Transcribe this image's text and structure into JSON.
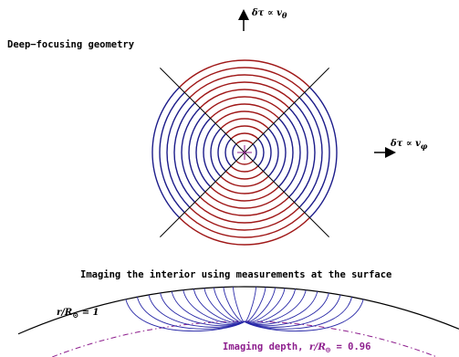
{
  "titles": {
    "deep_focusing": "Deep−focusing geometry",
    "imaging_interior": "Imaging the interior using measurements at the surface"
  },
  "axes": {
    "theta_label": "δτ ∝ v",
    "theta_subscript": "θ",
    "phi_label": "δτ ∝ v",
    "phi_subscript": "φ"
  },
  "surface": {
    "label": "r/R",
    "sun_symbol": "⊙",
    "value": " = 1"
  },
  "depth": {
    "label_prefix": "Imaging depth, ",
    "label_math": "r/R",
    "sun_symbol": "⊙",
    "value": "  = 0.96"
  },
  "colors": {
    "red_arcs": "#a01818",
    "blue_arcs": "#1c1c8a",
    "diagonals": "#000000",
    "center_marker": "#8e1f8e",
    "depth_line": "#8e1f8e",
    "lower_arcs": "#2a2aa8"
  }
}
